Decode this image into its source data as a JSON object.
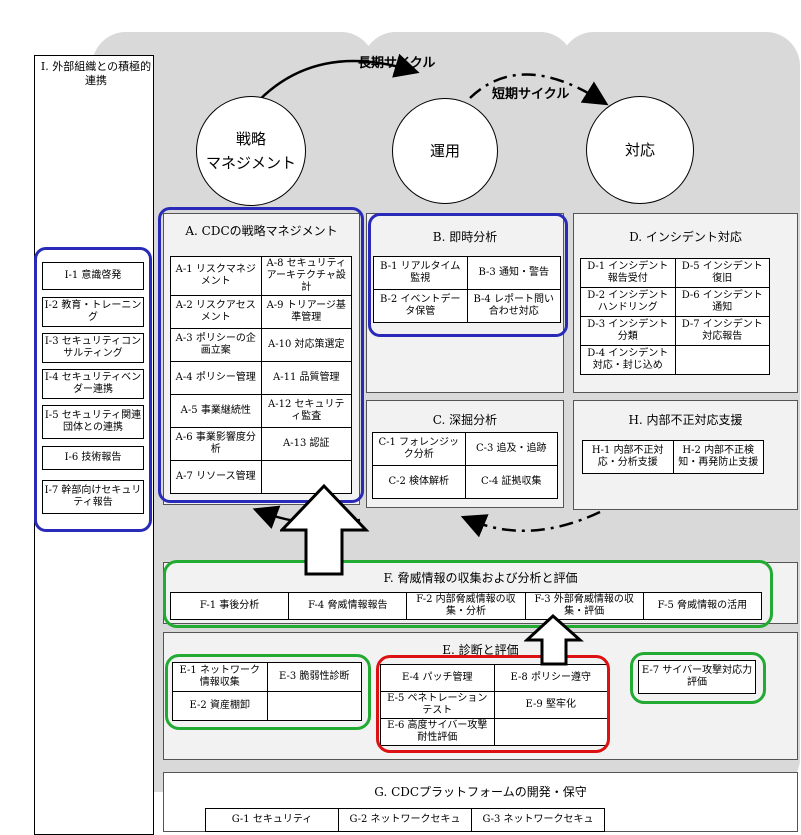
{
  "cycles": {
    "long": "長期サイクル",
    "short": "短期サイクル"
  },
  "phases": {
    "strategy": [
      "戦略",
      "マネジメント"
    ],
    "operation": "運用",
    "response": "対応"
  },
  "external": {
    "title": "I. 外部組織との積極的連携",
    "items": [
      "I-1 意識啓発",
      "I-2 教育・トレーニング",
      "I-3 セキュリティコンサルティング",
      "I-4 セキュリティベンダー連携",
      "I-5 セキュリティ関連団体との連携",
      "I-6 技術報告",
      "I-7 幹部向けセキュリティ報告"
    ]
  },
  "A": {
    "title": "A. CDCの戦略マネジメント",
    "rows": [
      [
        "A-1 リスクマネジメント",
        "A-8 セキュリティアーキテクチャ設計"
      ],
      [
        "A-2 リスクアセスメント",
        "A-9 トリアージ基準管理"
      ],
      [
        "A-3 ポリシーの企画立案",
        "A-10 対応策選定"
      ],
      [
        "A-4 ポリシー管理",
        "A-11 品質管理"
      ],
      [
        "A-5 事業継続性",
        "A-12 セキュリティ監査"
      ],
      [
        "A-6 事業影響度分析",
        "A-13 認証"
      ],
      [
        "A-7 リソース管理",
        ""
      ]
    ]
  },
  "B": {
    "title": "B. 即時分析",
    "rows": [
      [
        "B-1 リアルタイム監視",
        "B-3 通知・警告"
      ],
      [
        "B-2 イベントデータ保管",
        "B-4 レポート問い合わせ対応"
      ]
    ]
  },
  "C": {
    "title": "C. 深掘分析",
    "rows": [
      [
        "C-1 フォレンジック分析",
        "C-3 追及・追跡"
      ],
      [
        "C-2 検体解析",
        "C-4 証拠収集"
      ]
    ]
  },
  "D": {
    "title": "D. インシデント対応",
    "rows": [
      [
        "D-1 インシデント報告受付",
        "D-5 インシデント復旧"
      ],
      [
        "D-2 インシデントハンドリング",
        "D-6 インシデント通知"
      ],
      [
        "D-3 インシデント分類",
        "D-7 インシデント対応報告"
      ],
      [
        "D-4 インシデント対応・封じ込め",
        ""
      ]
    ]
  },
  "H": {
    "title": "H. 内部不正対応支援",
    "rows": [
      [
        "H-1 内部不正対応・分析支援",
        "H-2 内部不正検知・再発防止支援"
      ]
    ]
  },
  "F": {
    "title": "F. 脅威情報の収集および分析と評価",
    "items": [
      "F-1 事後分析",
      "F-4 脅威情報報告",
      "F-2 内部脅威情報の収集・分析",
      "F-3 外部脅威情報の収集・評価",
      "F-5 脅威情報の活用"
    ]
  },
  "E": {
    "title": "E. 診断と評価",
    "left": [
      [
        "E-1 ネットワーク情報収集",
        "E-3 脆弱性診断"
      ],
      [
        "E-2 資産棚卸",
        ""
      ]
    ],
    "mid": [
      [
        "E-4 パッチ管理",
        "E-8 ポリシー遵守"
      ],
      [
        "E-5 ペネトレーションテスト",
        "E-9 堅牢化"
      ],
      [
        "E-6 高度サイバー攻撃耐性評価",
        ""
      ]
    ],
    "right": "E-7 サイバー攻撃対応力評価"
  },
  "G": {
    "title": "G. CDCプラットフォームの開発・保守",
    "items": [
      "G-1 セキュリティ",
      "G-2 ネットワークセキュ",
      "G-3 ネットワークセキュ"
    ]
  }
}
